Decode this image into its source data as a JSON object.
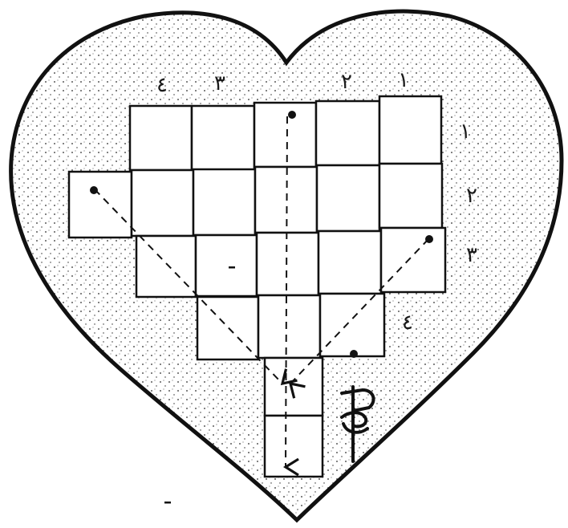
{
  "colors": {
    "ink": "#111111",
    "paper": "#ffffff",
    "stipple": "#2a2a2a"
  },
  "column_labels": [
    "١",
    "٢",
    "٣",
    "٤"
  ],
  "row_labels": [
    "١",
    "٢",
    "٣",
    "٤"
  ],
  "grid": {
    "rows": [
      {
        "row": 1,
        "cells": 5
      },
      {
        "row": 2,
        "cells": 6
      },
      {
        "row": 3,
        "cells": 5
      },
      {
        "row": 4,
        "cells": 3
      },
      {
        "row": 5,
        "cells": 1
      },
      {
        "row": 6,
        "cells": 1
      }
    ]
  },
  "markers": [
    "dot",
    "dot",
    "dot",
    "dot"
  ],
  "arrows": [
    "diagonal-dashed",
    "vertical-dashed",
    "diagonal-dashed"
  ],
  "symbol_name": "pen-nib-symbol"
}
